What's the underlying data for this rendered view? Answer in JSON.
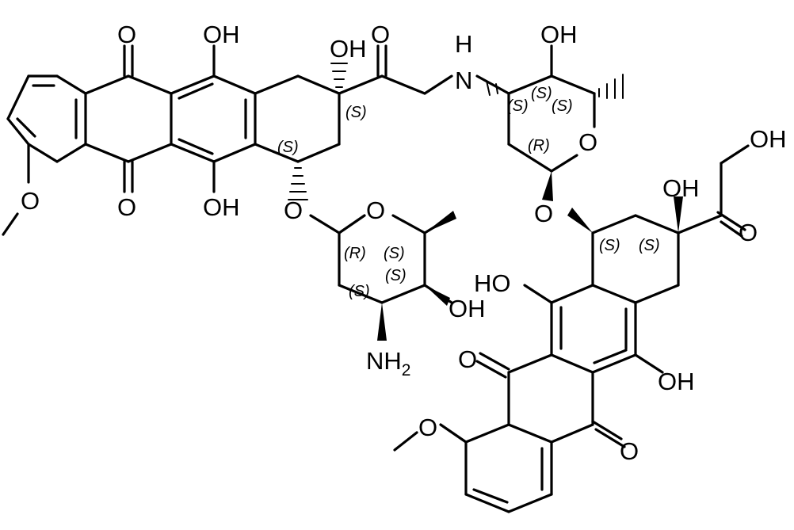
{
  "atoms": {
    "O": "O",
    "OH": "OH",
    "HO": "HO",
    "N": "N",
    "H": "H",
    "NH": "NH",
    "two": "2"
  },
  "stereo": {
    "S": "(S)",
    "R": "(R)"
  }
}
